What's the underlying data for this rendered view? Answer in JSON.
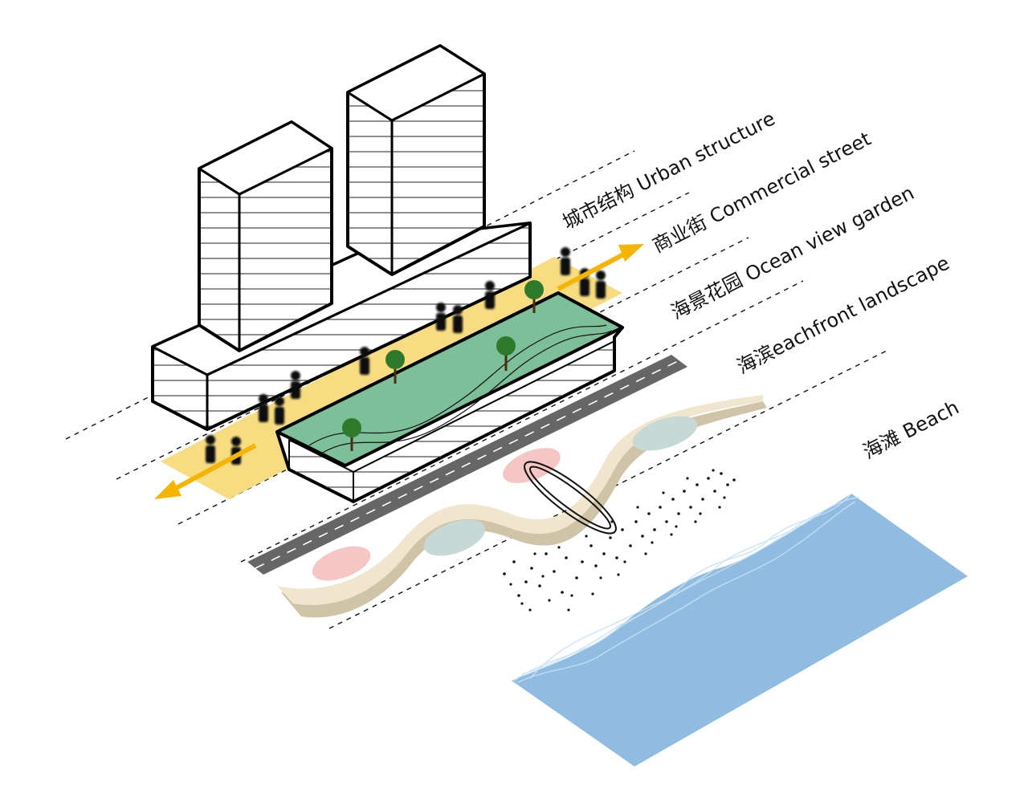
{
  "labels": {
    "urban_structure": "城市结构 Urban structure",
    "commercial_street": "商业街 Commercial street",
    "ocean_view_garden": "海景花园 Ocean view garden",
    "seafront_landscape": "海滨eachfront landscape",
    "beach": "海滩 Beach"
  },
  "colors": {
    "outline": "#000000",
    "building_fill": "#ffffff",
    "garden": "#7dbf98",
    "commercial_street": "#f7dc82",
    "arrow": "#f5b400",
    "road": "#666666",
    "sand_path": "#efe6cd",
    "sand_path_shadow": "#cfc4a8",
    "pink_pool": "#f5c6c4",
    "teal_pool": "#c6d9d6",
    "tree_canopy": "#2f7a2a",
    "sea": "#8fbce0",
    "sea_wave": "#b9d8ee"
  }
}
